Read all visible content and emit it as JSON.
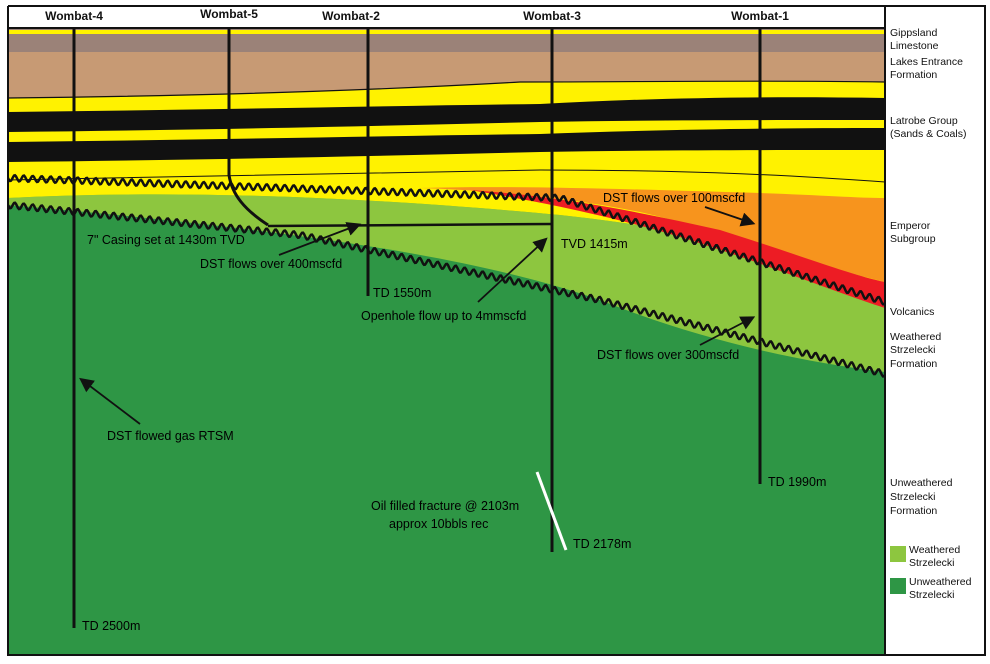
{
  "wells": [
    {
      "name": "Wombat-4",
      "td": "TD 2500m"
    },
    {
      "name": "Wombat-5"
    },
    {
      "name": "Wombat-2",
      "td": "TD 1550m"
    },
    {
      "name": "Wombat-3",
      "td": "TD 2178m"
    },
    {
      "name": "Wombat-1",
      "td": "TD 1990m"
    }
  ],
  "formations": [
    {
      "line1": "Gippsland",
      "line2": "Limestone"
    },
    {
      "line1": "Lakes Entrance",
      "line2": "Formation"
    },
    {
      "line1": "Latrobe Group",
      "line2": "(Sands & Coals)"
    },
    {
      "line1": "Emperor",
      "line2": "Subgroup"
    },
    {
      "line1": "Volcanics",
      "line2": ""
    },
    {
      "line1": "Weathered",
      "line2": "Strzelecki",
      "line3": "Formation"
    },
    {
      "line1": "Unweathered",
      "line2": "Strzelecki",
      "line3": "Formation"
    }
  ],
  "legend": [
    {
      "line1": "Weathered",
      "line2": "Strzelecki",
      "color": "#8dc63f"
    },
    {
      "line1": "Unweathered",
      "line2": "Strzelecki",
      "color": "#2e9645"
    }
  ],
  "annotations": {
    "casing": "7\" Casing set at 1430m TVD",
    "dst400": "DST flows over 400mscfd",
    "openhole": "Openhole flow up to 4mmscfd",
    "tvd": "TVD 1415m",
    "dst100": "DST flows over 100mscfd",
    "dst300": "DST flows over 300mscfd",
    "rtsm": "DST flowed gas RTSM",
    "oil1": "Oil filled fracture @ 2103m",
    "oil2": "approx 10bbls rec"
  },
  "colors": {
    "gippsland": "#9b8278",
    "lakes": "#c79a74",
    "latrobe_sand": "#fff200",
    "coal": "#111111",
    "emperor": "#f7941d",
    "volcanics": "#ed1c24",
    "weathered": "#8dc63f",
    "unweathered": "#2e9645"
  }
}
